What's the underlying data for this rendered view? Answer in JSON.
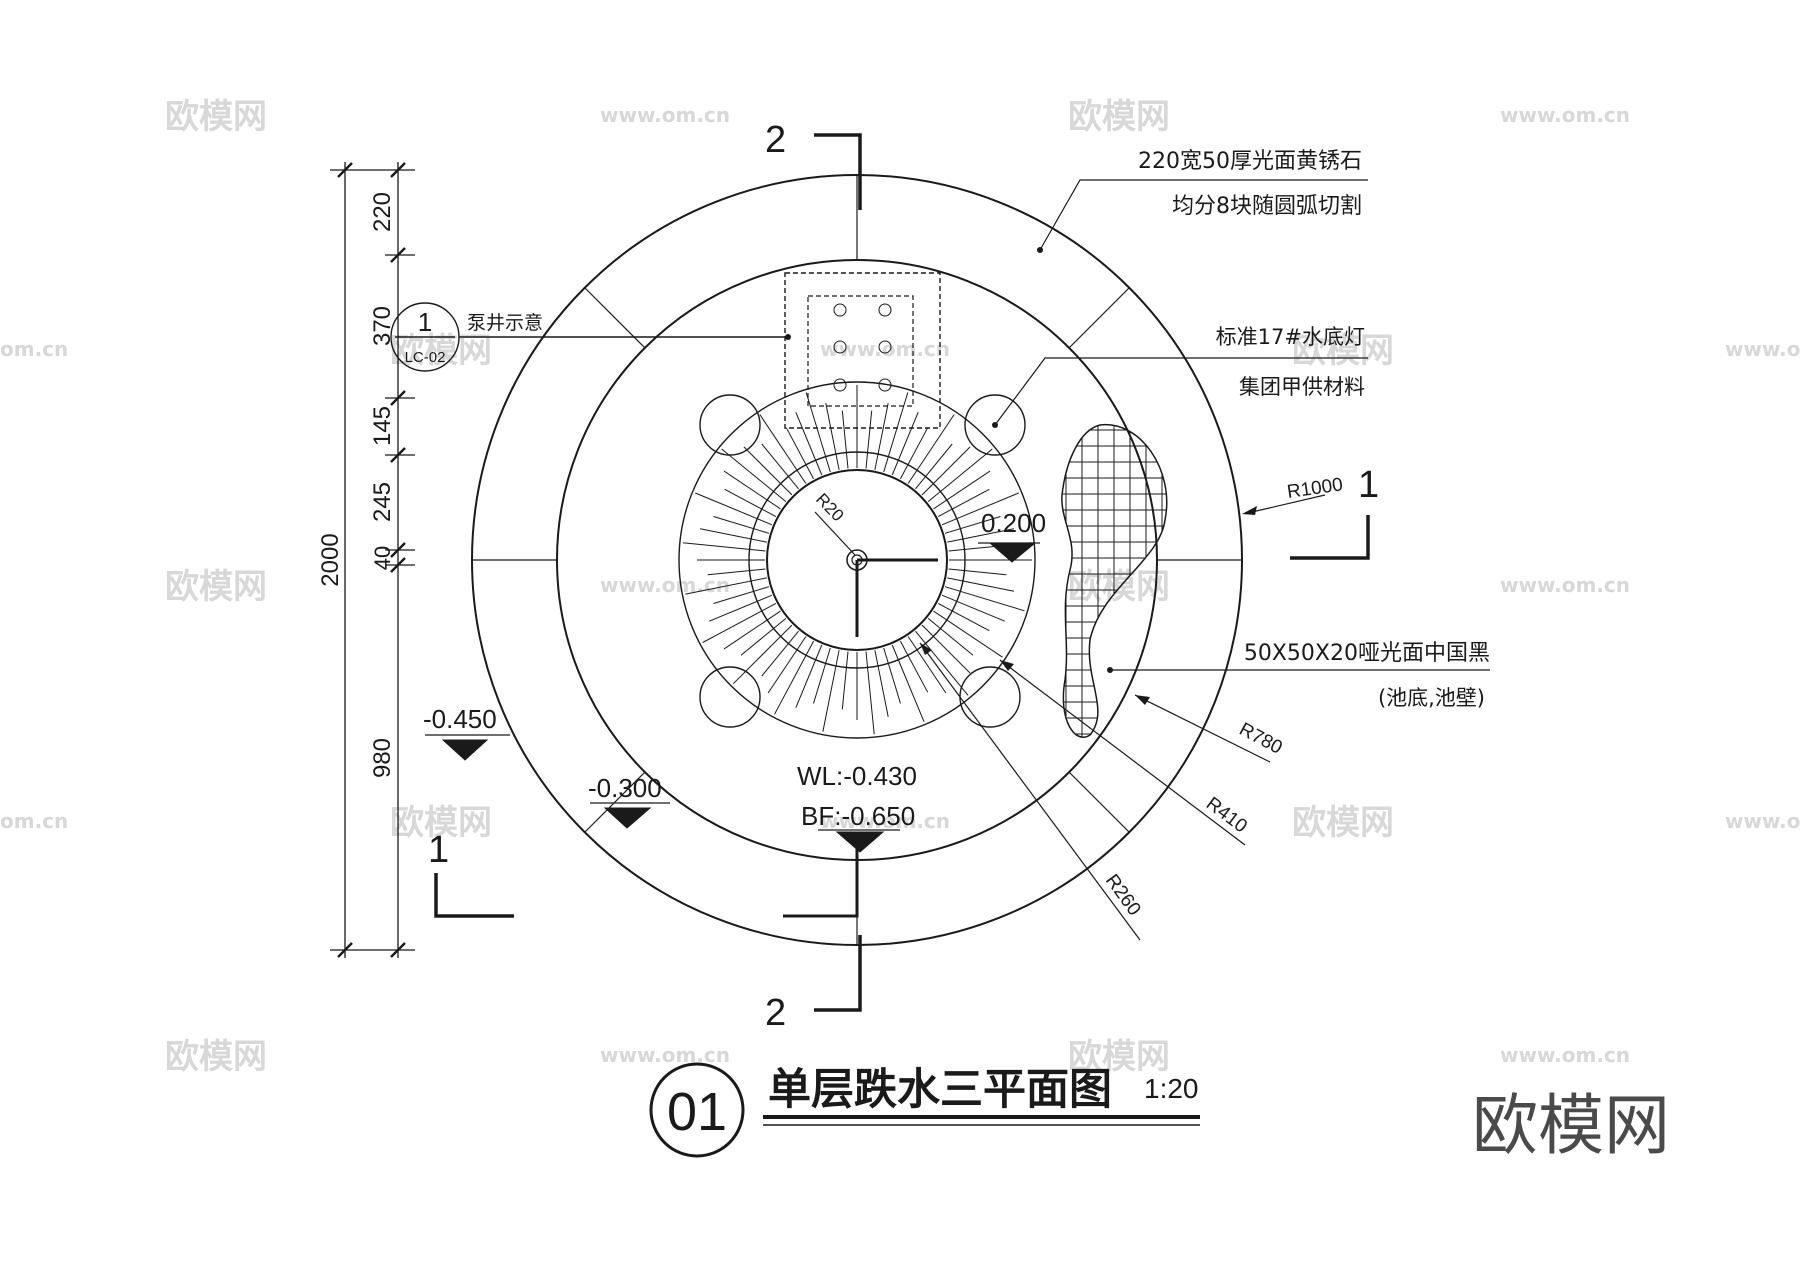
{
  "title": {
    "number": "01",
    "text": "单层跌水三平面图",
    "scale": "1:20"
  },
  "section_markers": {
    "top": "2",
    "bottom": "2",
    "right": "1",
    "left": "1"
  },
  "dimensions": {
    "total": "2000",
    "segments": [
      "220",
      "370",
      "145",
      "245",
      "40",
      "980"
    ]
  },
  "detail_ref": {
    "number": "1",
    "sheet": "LC-02",
    "label": "泵井示意"
  },
  "callouts": {
    "stone_line1": "220宽50厚光面黄锈石",
    "stone_line2": "均分8块随圆弧切割",
    "light_line1": "标准17#水底灯",
    "light_line2": "集团甲供材料",
    "tile_line1": "50X50X20哑光面中国黑",
    "tile_line2": "(池底,池壁)"
  },
  "radii": {
    "r1000": "R1000",
    "r780": "R780",
    "r410": "R410",
    "r260": "R260",
    "r20": "R20"
  },
  "levels": {
    "l0200": "0.200",
    "l0450": "-0.450",
    "l0300": "-0.300",
    "wl": "WL:-0.430",
    "bf": "BF:-0.650"
  },
  "watermarks": {
    "site": "www.om.cn",
    "brand": "欧模网",
    "partial": "om.cn"
  },
  "colors": {
    "line": "#1a1a1a",
    "watermark": "#d8d8d8",
    "background": "#ffffff"
  }
}
